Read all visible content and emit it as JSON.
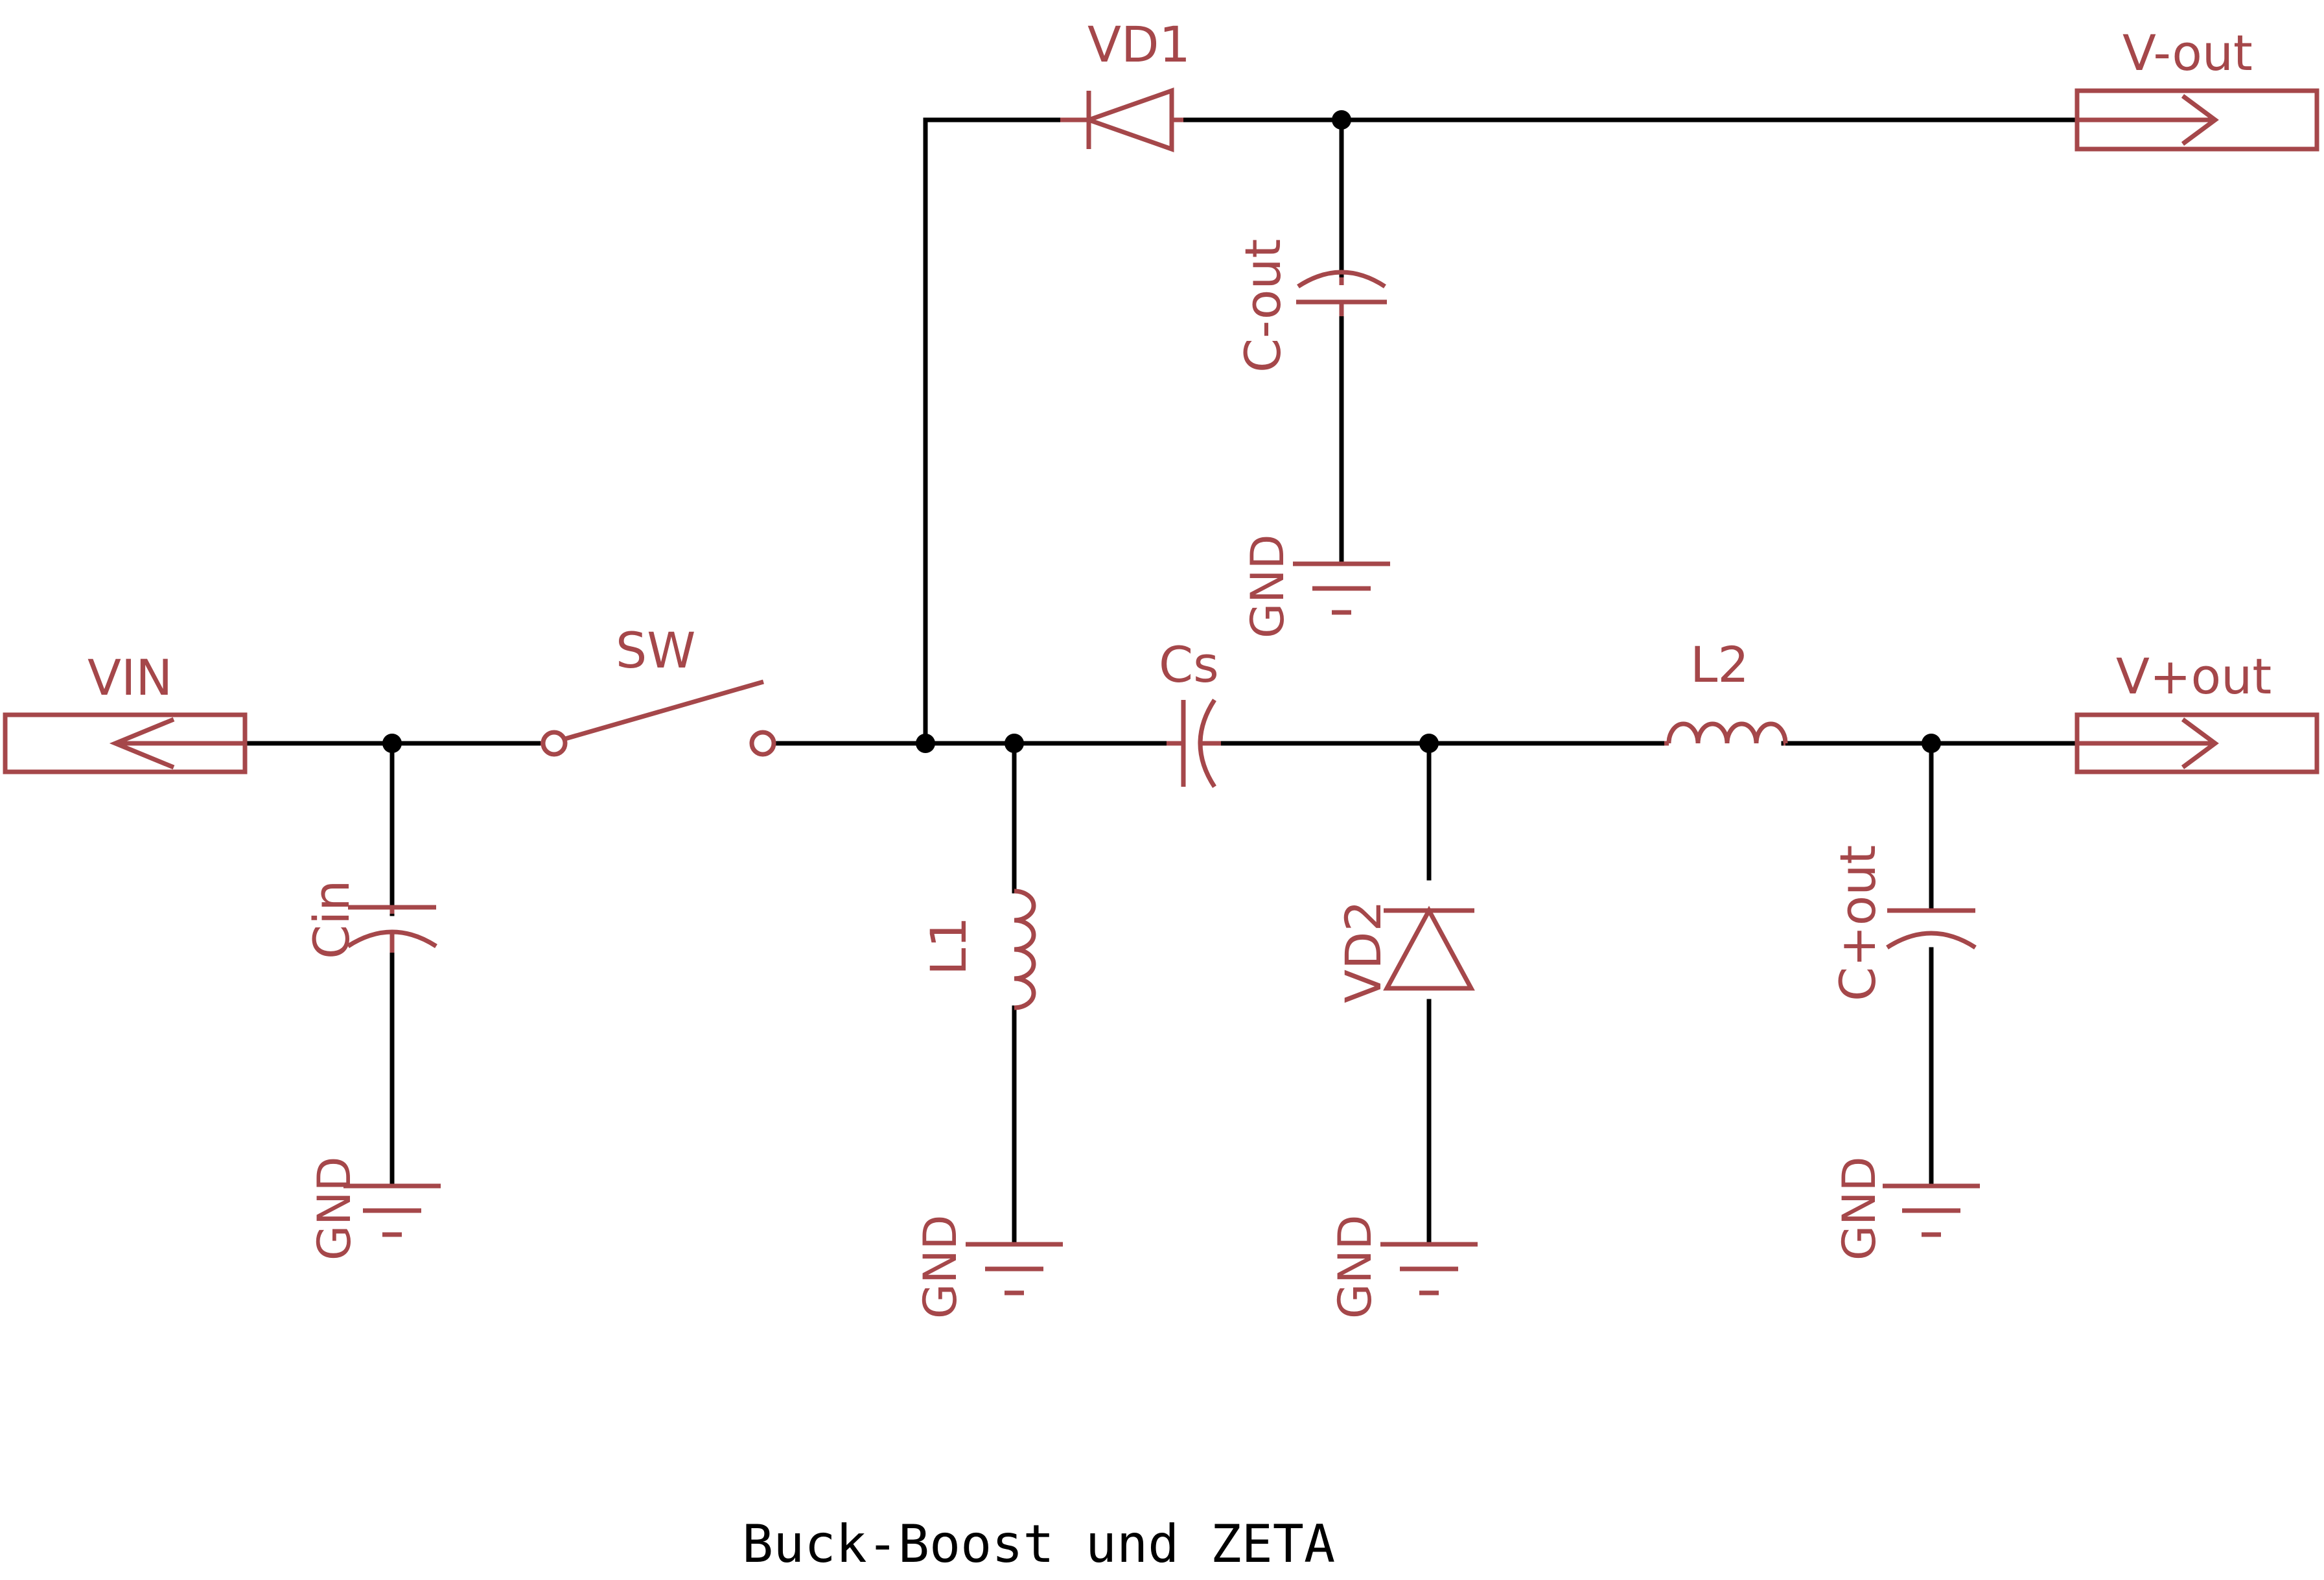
{
  "colors": {
    "wire": "#000000",
    "symbol": "#a5474a",
    "background": "#ffffff"
  },
  "labels": {
    "vin": "VIN",
    "sw": "SW",
    "vd1": "VD1",
    "vout_minus": "V-out",
    "c_out": "C-out",
    "cs": "Cs",
    "l2": "L2",
    "vout_plus": "V+out",
    "cin": "Cin",
    "l1": "L1",
    "vd2": "VD2",
    "c_plus_out": "C+out",
    "gnd": "GND"
  },
  "title": "Buck-Boost und ZETA"
}
